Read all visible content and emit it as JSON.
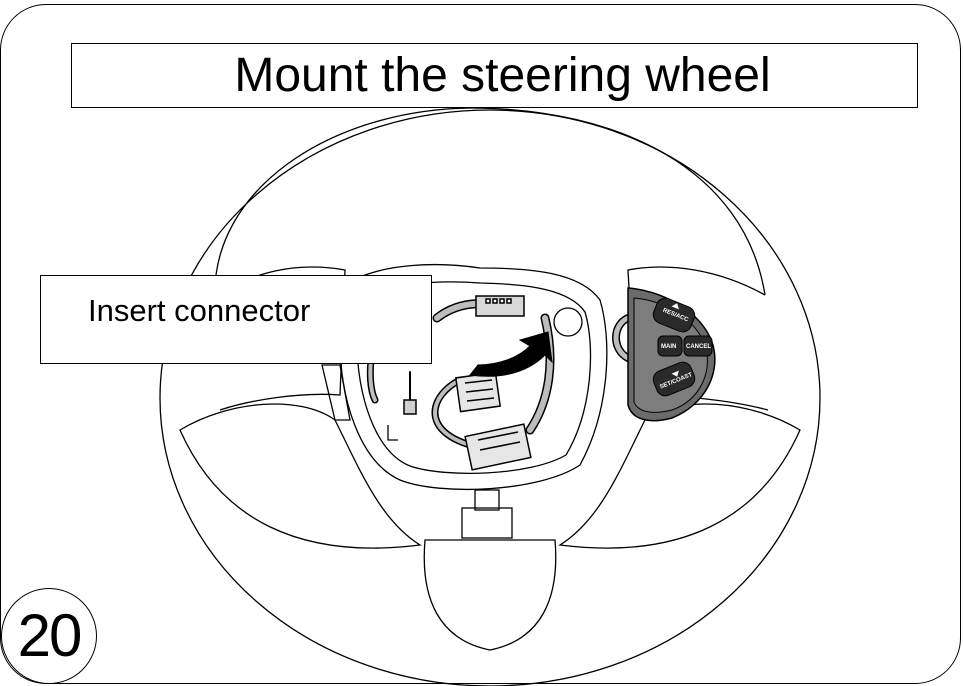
{
  "title": "Mount the steering wheel",
  "callout": "Insert connector",
  "step_number": "20",
  "switch_labels": {
    "resume": "RES/ACC",
    "main": "MAIN",
    "cancel": "CANCEL",
    "set": "SET/COAST"
  },
  "colors": {
    "line": "#000000",
    "background": "#ffffff",
    "switch_body": "#6b6b6b",
    "button": "#2a2a2a",
    "harness": "#bdbdbd"
  }
}
